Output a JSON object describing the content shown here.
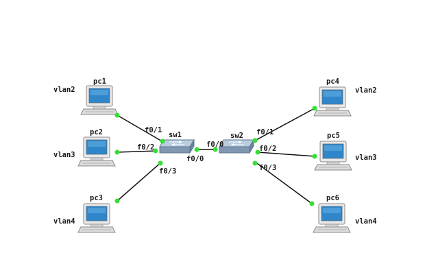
{
  "colors": {
    "link": "#111111",
    "port_dot": "#33e033",
    "switch_top": "#b9cde0",
    "switch_side": "#7f97b0",
    "pc_body": "#e9e9e9",
    "pc_screen": "#2f86c8"
  },
  "switches": [
    {
      "id": "sw1",
      "label": "sw1"
    },
    {
      "id": "sw2",
      "label": "sw2"
    }
  ],
  "pcs": [
    {
      "id": "pc1",
      "label": "pc1",
      "vlan": "vlan2"
    },
    {
      "id": "pc2",
      "label": "pc2",
      "vlan": "vlan3"
    },
    {
      "id": "pc3",
      "label": "pc3",
      "vlan": "vlan4"
    },
    {
      "id": "pc4",
      "label": "pc4",
      "vlan": "vlan2"
    },
    {
      "id": "pc5",
      "label": "pc5",
      "vlan": "vlan3"
    },
    {
      "id": "pc6",
      "label": "pc6",
      "vlan": "vlan4"
    }
  ],
  "ports": {
    "sw1_f01": "f0/1",
    "sw1_f02": "f0/2",
    "sw1_f03": "f0/3",
    "sw1_f00": "f0/0",
    "sw2_f00": "f0/0",
    "sw2_f01": "f0/1",
    "sw2_f02": "f0/2",
    "sw2_f03": "f0/3"
  }
}
